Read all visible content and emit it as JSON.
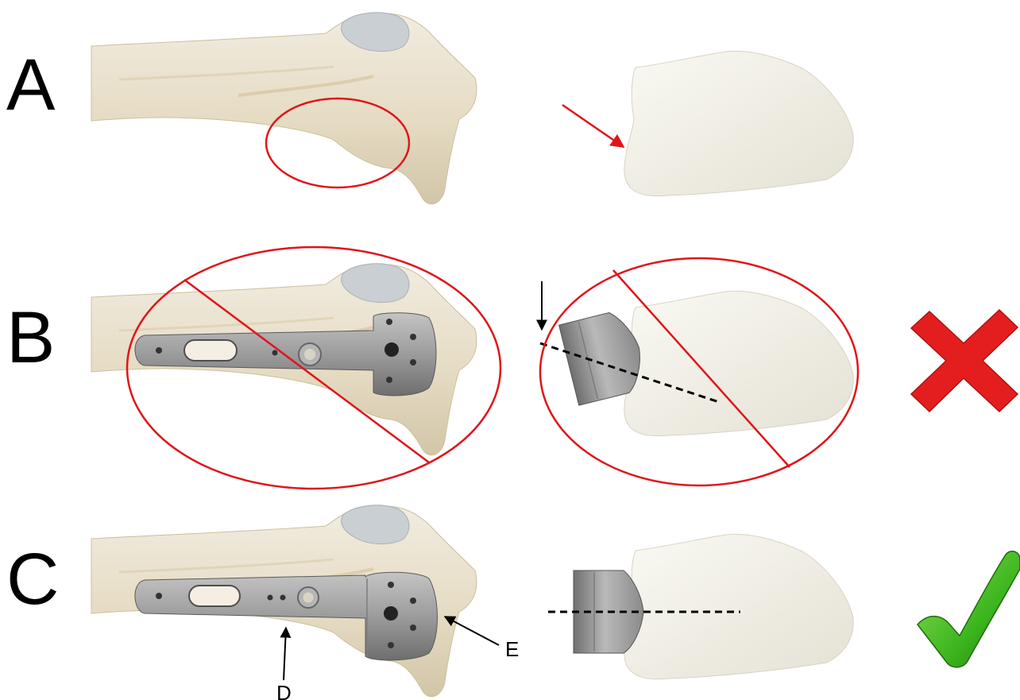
{
  "rows": {
    "a": {
      "label": "A"
    },
    "b": {
      "label": "B"
    },
    "c": {
      "label": "C"
    }
  },
  "callouts": {
    "d": {
      "label": "D"
    },
    "e": {
      "label": "E"
    }
  },
  "indicators": {
    "incorrect_icon": "cross-mark-icon",
    "correct_icon": "check-mark-icon"
  },
  "colors": {
    "highlight_red": "#e0151b",
    "bone": "#e9e1cc",
    "cartilage": "#f3f1e8",
    "implant_metal": "#9a9a9a",
    "check_green": "#3cb61e",
    "cross_red": "#e41e1e"
  }
}
